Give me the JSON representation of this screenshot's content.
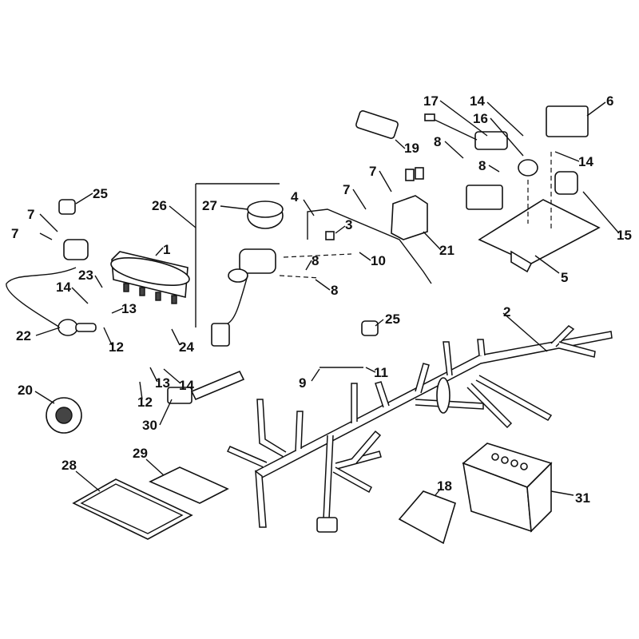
{
  "title": "Electrical system exploded parts diagram",
  "callouts": [
    "1",
    "2",
    "3",
    "4",
    "5",
    "6",
    "7",
    "7",
    "7",
    "7",
    "8",
    "8",
    "8",
    "8",
    "9",
    "10",
    "11",
    "12",
    "12",
    "13",
    "13",
    "14",
    "14",
    "14",
    "14",
    "15",
    "16",
    "17",
    "18",
    "19",
    "20",
    "21",
    "22",
    "23",
    "24",
    "25",
    "25",
    "26",
    "27",
    "28",
    "29",
    "30",
    "31"
  ]
}
